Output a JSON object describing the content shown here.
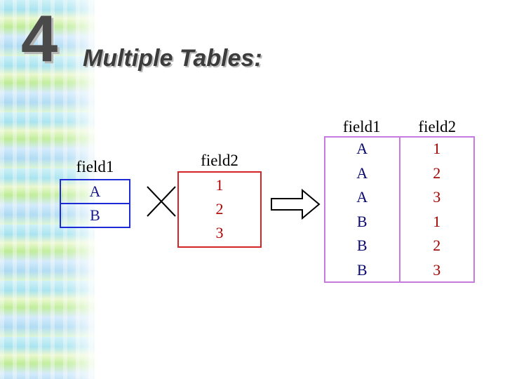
{
  "slide": {
    "number": "4",
    "title": "Multiple Tables:"
  },
  "table1": {
    "header": "field1",
    "rows": [
      "A",
      "B"
    ],
    "border_color": "#1c2bd6"
  },
  "operator": {
    "icon": "cross-product-icon"
  },
  "table2": {
    "header": "field2",
    "rows": [
      "1",
      "2",
      "3"
    ],
    "border_color": "#d42424"
  },
  "result_arrow": {
    "icon": "double-arrow-right-icon"
  },
  "result": {
    "headers": [
      "field1",
      "field2"
    ],
    "field1": [
      "A",
      "A",
      "A",
      "B",
      "B",
      "B"
    ],
    "field2": [
      "1",
      "2",
      "3",
      "1",
      "2",
      "3"
    ],
    "border_color": "#c87ae0"
  }
}
